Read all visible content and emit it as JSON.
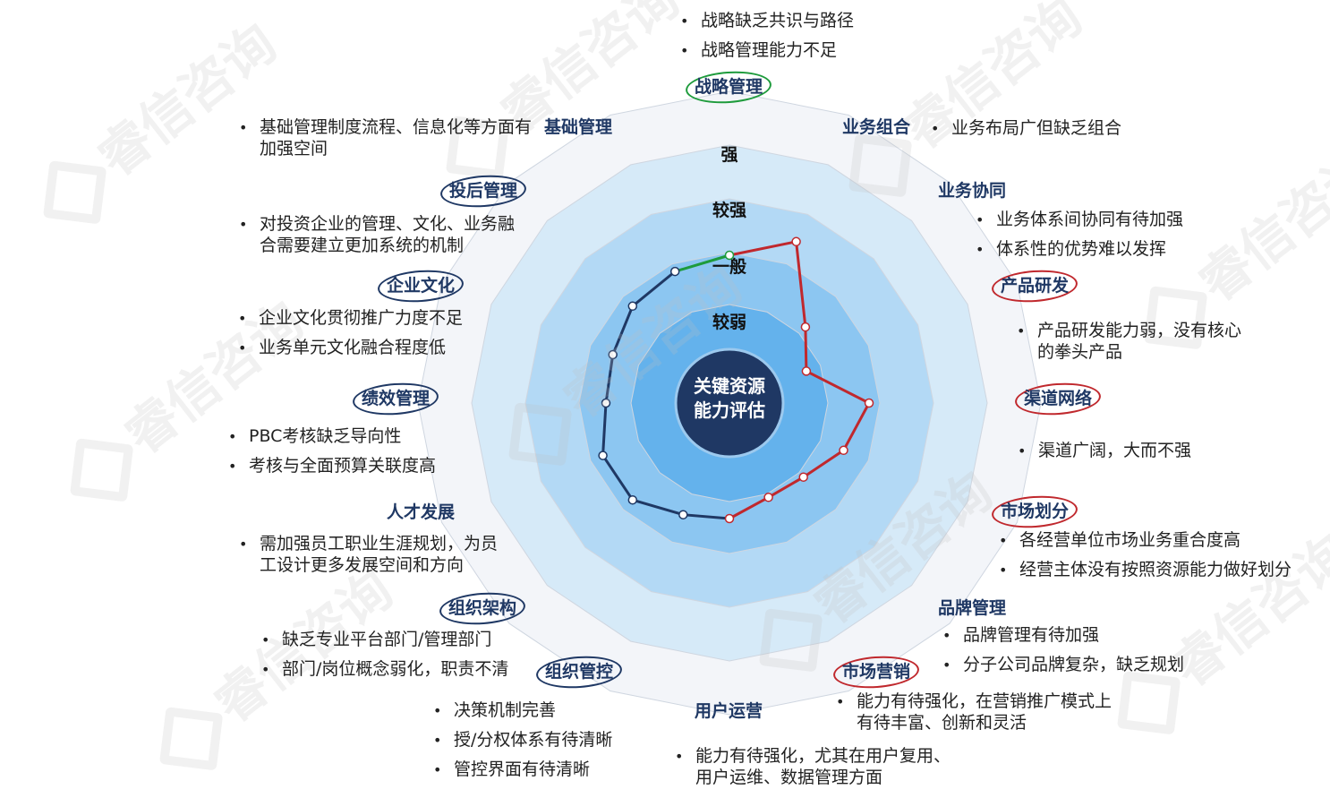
{
  "diagram": {
    "center_lines": [
      "关键资源",
      "能力评估"
    ],
    "levels": [
      "强",
      "较强",
      "一般",
      "较弱"
    ],
    "watermark_text": "睿信咨询",
    "colors": {
      "ring_outer": "#f3f5f9",
      "ring_2": "#d6eaf8",
      "ring_3": "#b3d9f5",
      "ring_4": "#8cc6f1",
      "ring_5": "#64b2ec",
      "center": "#1f3864",
      "line_navy": "#1f3864",
      "line_red": "#c0282d",
      "line_green": "#1e9b3c",
      "label": "#1f3864"
    },
    "dimensions": [
      {
        "label": "战略管理",
        "ring": "green",
        "notes": [
          "战略缺乏共识与路径",
          "战略管理能力不足"
        ]
      },
      {
        "label": "业务组合",
        "ring": "",
        "notes": [
          "业务布局广但缺乏组合"
        ]
      },
      {
        "label": "业务协同",
        "ring": "",
        "notes": [
          "业务体系间协同有待加强",
          "体系性的优势难以发挥"
        ]
      },
      {
        "label": "产品研发",
        "ring": "red",
        "notes": [
          "产品研发能力弱，没有核心的拳头产品"
        ]
      },
      {
        "label": "渠道网络",
        "ring": "red",
        "notes": [
          "渠道广阔，大而不强"
        ]
      },
      {
        "label": "市场划分",
        "ring": "red",
        "notes": [
          "各经营单位市场业务重合度高",
          "经营主体没有按照资源能力做好划分"
        ]
      },
      {
        "label": "品牌管理",
        "ring": "",
        "notes": [
          "品牌管理有待加强",
          "分子公司品牌复杂，缺乏规划"
        ]
      },
      {
        "label": "市场营销",
        "ring": "red",
        "notes": [
          "能力有待强化，在营销推广模式上有待丰富、创新和灵活"
        ]
      },
      {
        "label": "用户运营",
        "ring": "",
        "notes": [
          "能力有待强化，尤其在用户复用、用户运维、数据管理方面"
        ]
      },
      {
        "label": "组织管控",
        "ring": "navy",
        "notes": [
          "决策机制完善",
          "授/分权体系有待清晰",
          "管控界面有待清晰"
        ]
      },
      {
        "label": "组织架构",
        "ring": "navy",
        "notes": [
          "缺乏专业平台部门/管理部门",
          "部门/岗位概念弱化，职责不清"
        ]
      },
      {
        "label": "人才发展",
        "ring": "",
        "notes": [
          "需加强员工职业生涯规划，为员工设计更多发展空间和方向"
        ]
      },
      {
        "label": "绩效管理",
        "ring": "navy",
        "notes": [
          "PBC考核缺乏导向性",
          "考核与全面预算关联度高"
        ]
      },
      {
        "label": "企业文化",
        "ring": "navy",
        "notes": [
          "企业文化贯彻推广力度不足",
          "业务单元文化融合程度低"
        ]
      },
      {
        "label": "投后管理",
        "ring": "navy",
        "notes": [
          "对投资企业的管理、文化、业务融合需要建立更加系统的机制"
        ]
      },
      {
        "label": "基础管理",
        "ring": "",
        "notes": [
          "基础管理制度流程、信息化等方面有加强空间"
        ]
      }
    ],
    "scores": [
      1.75,
      2.25,
      1.0,
      0.55,
      1.6,
      1.3,
      0.95,
      0.9,
      1.15,
      1.25,
      1.55,
      1.55,
      1.3,
      1.35,
      1.55,
      1.65
    ],
    "segments": [
      {
        "color": "line_green",
        "from": 15,
        "to": 0
      },
      {
        "color": "line_red",
        "indices": [
          0,
          1,
          2,
          3,
          4,
          5,
          6,
          7,
          8
        ]
      },
      {
        "color": "line_navy",
        "indices": [
          8,
          9,
          10,
          11,
          12,
          13,
          14,
          15
        ]
      }
    ]
  }
}
